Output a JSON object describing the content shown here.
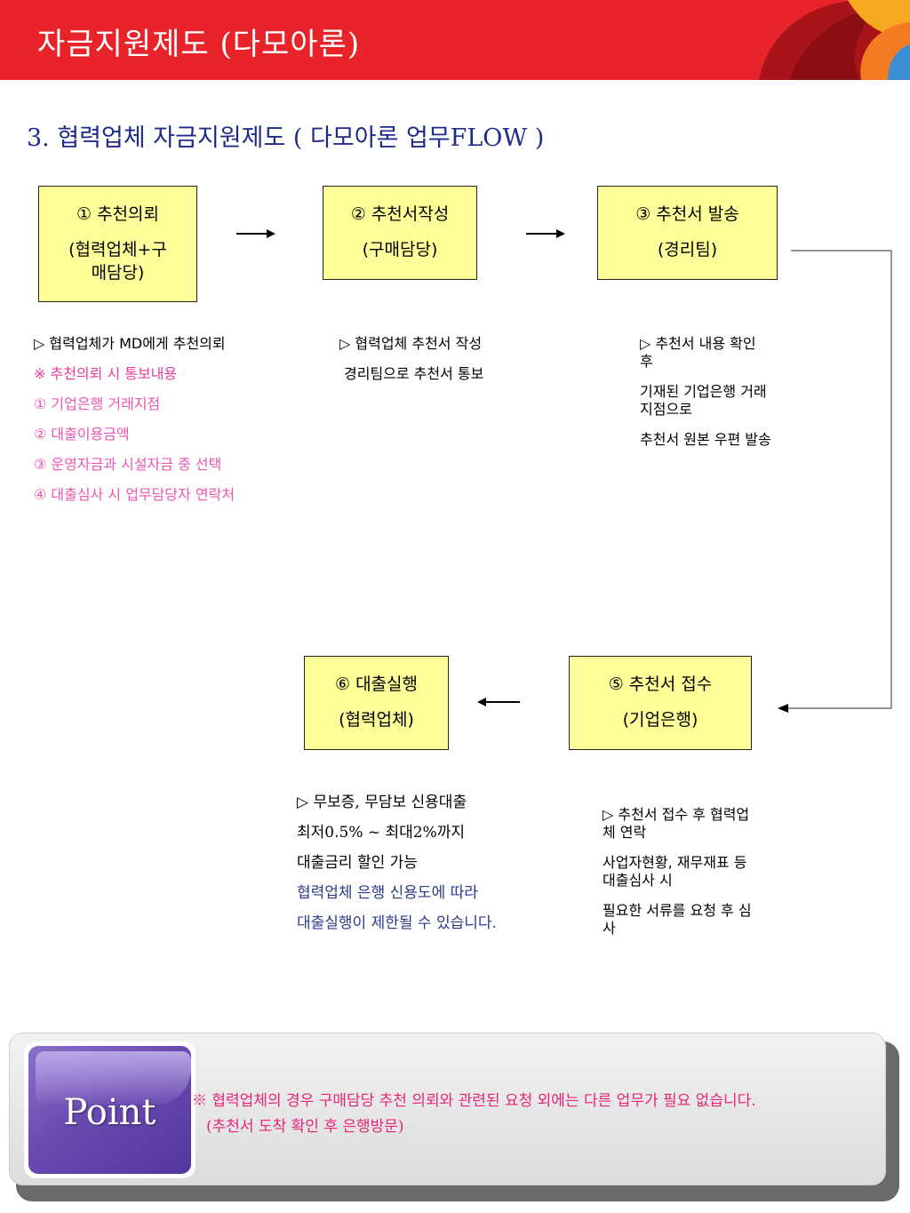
{
  "header": {
    "title": "자금지원제도 (다모아론)"
  },
  "subtitle": "3. 협력업체 자금지원제도 ( 다모아론 업무FLOW )",
  "steps": [
    {
      "label": "① 추천의뢰",
      "sub": "(협력업체+구",
      "sub2": "매담당)"
    },
    {
      "label": "② 추천서작성",
      "sub": "(구매담당)"
    },
    {
      "label": "③ 추천서 발송",
      "sub": "(경리팀)"
    },
    {
      "label": "⑤ 추천서 접수",
      "sub": "(기업은행)"
    },
    {
      "label": "⑥ 대출실행",
      "sub": "(협력업체)"
    }
  ],
  "notes": {
    "step1": [
      "▷ 협력업체가 MD에게 추천의뢰",
      "※ 추천의뢰 시 통보내용",
      "① 기업은행 거래지점",
      "② 대출이용금액",
      "③ 운영자금과 시설자금 중 선택",
      "④ 대출심사 시 업무담당자 연락처"
    ],
    "step2": [
      "▷ 협력업체 추천서 작성",
      "경리팀으로 추천서 통보"
    ],
    "step3": [
      "▷ 추천서 내용 확인",
      "후",
      "기재된 기업은행 거래",
      "지점으로",
      "추천서 원본 우편 발송"
    ],
    "step6": [
      "▷ 무보증, 무담보 신용대출",
      "최저0.5% ~ 최대2%까지",
      "대출금리 할인 가능",
      "협력업체 은행 신용도에 따라",
      "대출실행이 제한될 수 있습니다."
    ],
    "step5": [
      "▷ 추천서 접수 후 협력업",
      "체 연락",
      "사업자현황, 재무재표 등",
      "대출심사 시",
      "필요한 서류를 요청 후 심",
      "사"
    ]
  },
  "point": {
    "badge": "Point",
    "line1": "※ 협력업체의 경우 구매담당 추천 의뢰와 관련된  요청 외에는  다른 업무가 필요 없습니다.",
    "line2": "(추천서 도착 확인 후  은행방문)"
  },
  "colors": {
    "header_red": "#e8232a",
    "box_fill": "#ffff99",
    "subtitle_navy": "#1f2b8c",
    "pink": "#ee55b4",
    "point_purple": "#6a4ab0"
  }
}
